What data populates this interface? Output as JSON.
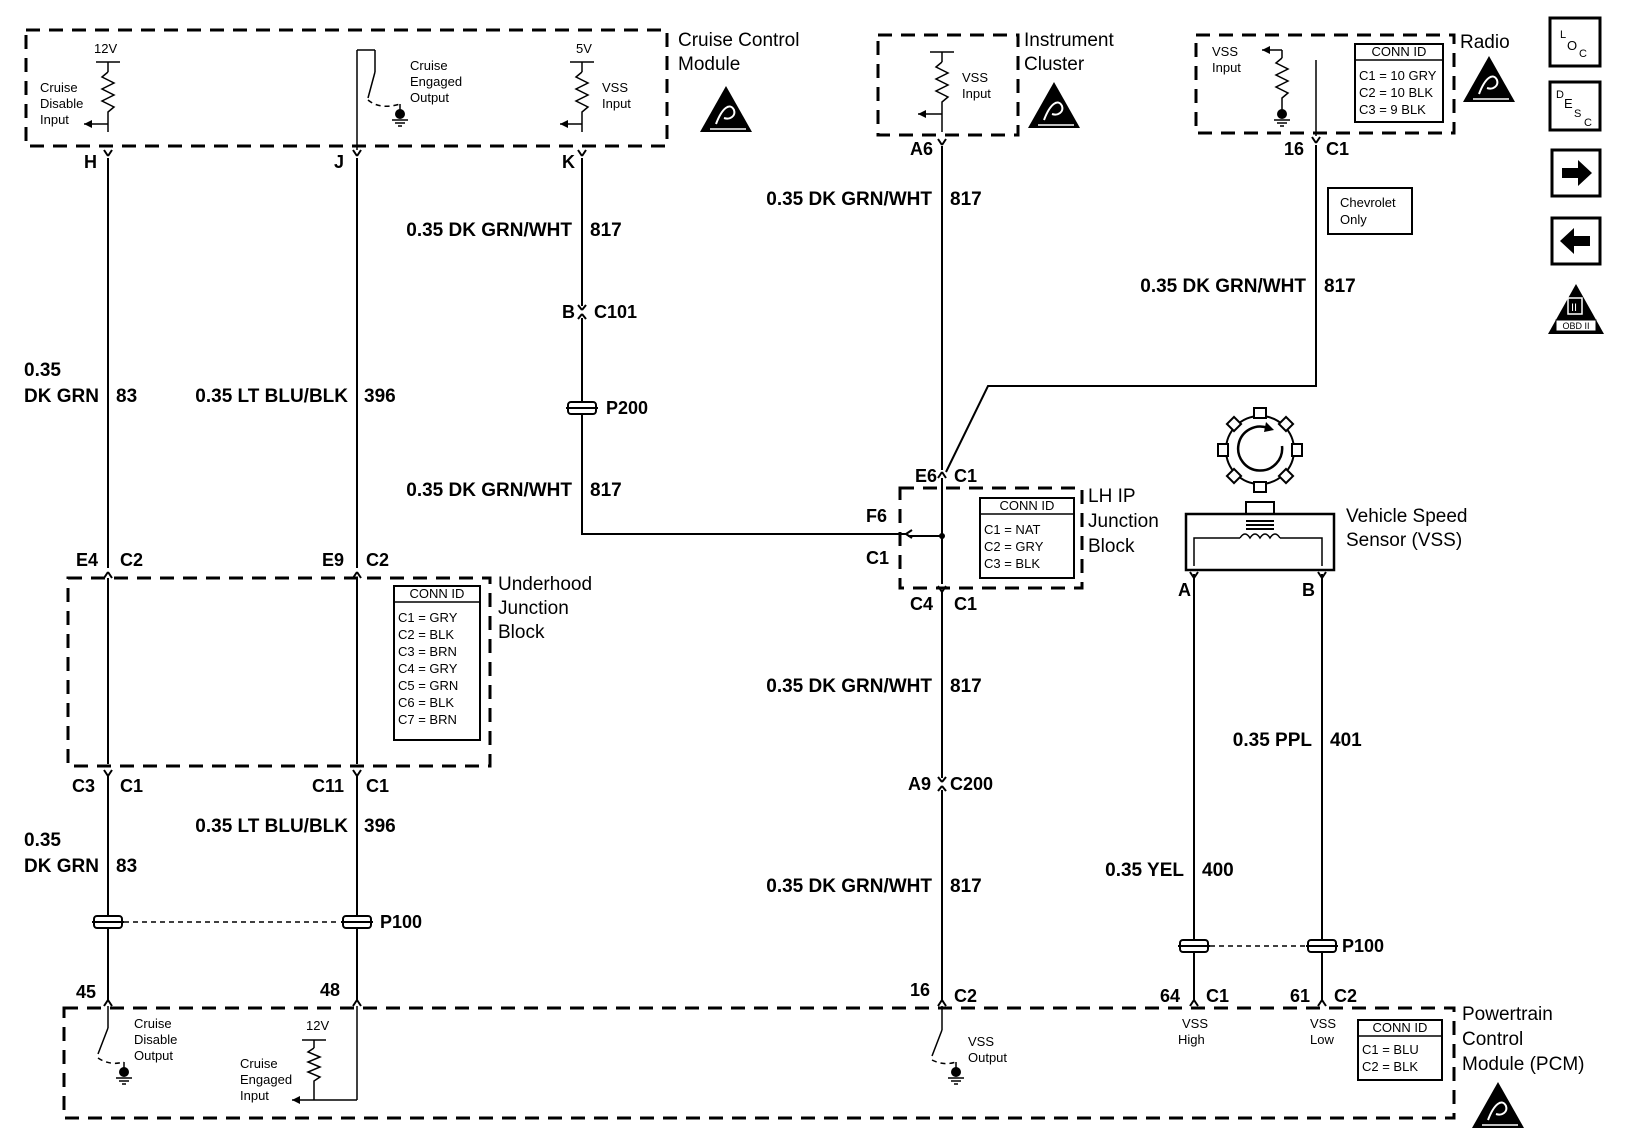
{
  "modules": {
    "cruise_control": "Cruise Control Module",
    "instrument_cluster": "Instrument Cluster",
    "radio": "Radio",
    "lh_ip_junction": "LH IP Junction Block",
    "underhood_junction": "Underhood Junction Block",
    "vss_sensor": "Vehicle Speed Sensor (VSS)",
    "pcm": "Powertrain Control Module (PCM)"
  },
  "terminals": {
    "cruise_disable_input": "Cruise Disable Input",
    "cruise_engaged_output": "Cruise Engaged Output",
    "vss_input": "VSS Input",
    "cruise_disable_output": "Cruise Disable Output",
    "cruise_engaged_input": "Cruise Engaged Input",
    "vss_output": "VSS Output",
    "vss_high": "VSS High",
    "vss_low": "VSS Low",
    "v12": "12V",
    "v5": "5V"
  },
  "pins": {
    "h": "H",
    "j": "J",
    "k": "K",
    "a6": "A6",
    "p16": "16",
    "c1": "C1",
    "c2": "C2",
    "b": "B",
    "c101": "C101",
    "p200": "P200",
    "e6": "E6",
    "f6": "F6",
    "c4": "C4",
    "a9": "A9",
    "c200": "C200",
    "e4": "E4",
    "e9": "E9",
    "c3": "C3",
    "c11": "C11",
    "p100": "P100",
    "p45": "45",
    "p48": "48",
    "p64": "64",
    "p61": "61",
    "a": "A"
  },
  "wires": {
    "dk_grn_wht_817": "0.35 DK GRN/WHT",
    "circuit_817": "817",
    "gauge_035": "0.35",
    "dk_grn": "DK GRN",
    "circuit_83": "83",
    "lt_blu_blk": "0.35 LT BLU/BLK",
    "circuit_396": "396",
    "ppl": "0.35 PPL",
    "circuit_401": "401",
    "yel": "0.35 YEL",
    "circuit_400": "400"
  },
  "notes": {
    "chevrolet_only": "Chevrolet Only"
  },
  "conn_tables": {
    "header": "CONN ID",
    "radio": [
      "C1 = 10 GRY",
      "C2 = 10 BLK",
      "C3 = 9 BLK"
    ],
    "lh_ip": [
      "C1 = NAT",
      "C2 = GRY",
      "C3 = BLK"
    ],
    "underhood": [
      "C1 = GRY",
      "C2 = BLK",
      "C3 = BRN",
      "C4 = GRY",
      "C5 = GRN",
      "C6 = BLK",
      "C7 = BRN"
    ],
    "pcm": [
      "C1 = BLU",
      "C2 = BLK"
    ]
  },
  "nav": {
    "obd": "OBD II"
  }
}
